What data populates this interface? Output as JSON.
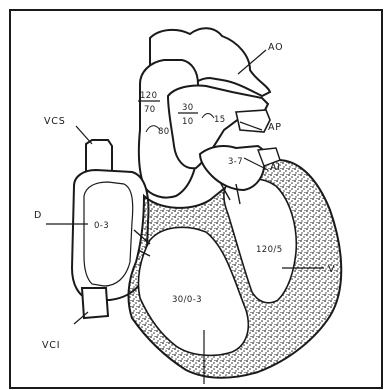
{
  "labels": {
    "ao": "AO",
    "ap": "AP",
    "ai": "AI",
    "vcs": "VCS",
    "vci": "VCI",
    "vd_left": "D",
    "vd_right": "V"
  },
  "values": {
    "aortic_top": "120",
    "aortic_bottom": "70",
    "aortic_mean": "80",
    "pulmonary_top": "30",
    "pulmonary_bottom": "10",
    "pulmonary_mean": "15",
    "left_atrium": "3-7",
    "right_atrium": "0-3",
    "left_ventricle": "120/5",
    "right_ventricle": "30/0-3"
  },
  "colors": {
    "ink": "#1a1a1a",
    "stipple": "#3a3a3a",
    "paper": "#ffffff"
  }
}
